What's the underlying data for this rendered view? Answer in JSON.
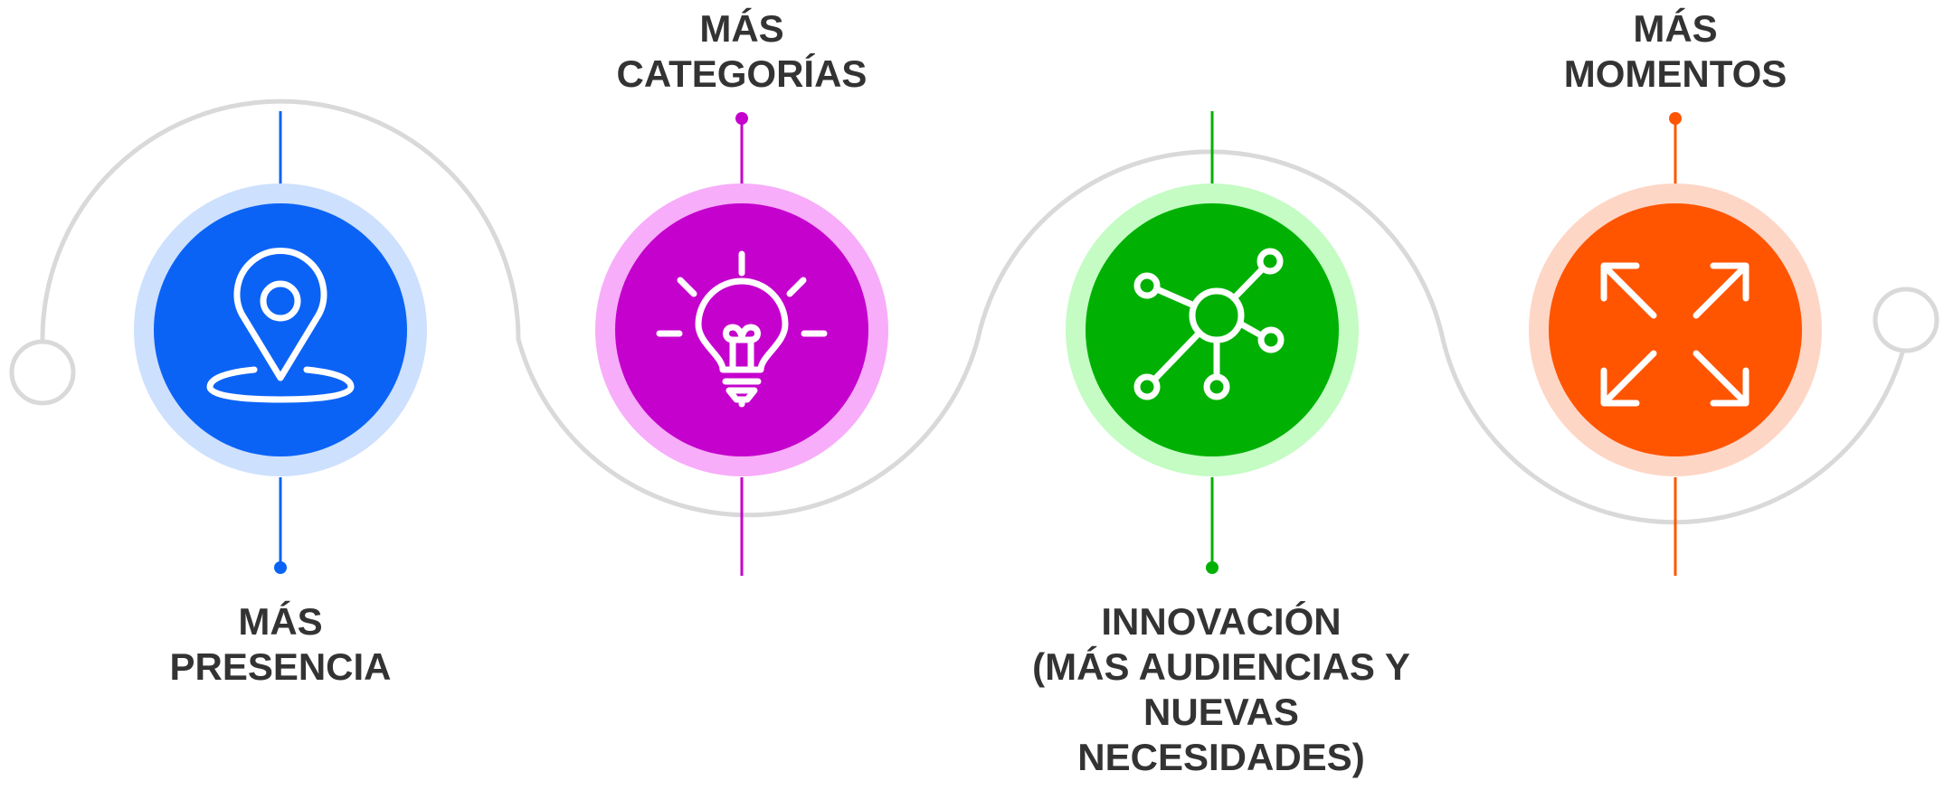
{
  "steps": [
    {
      "id": "presencia",
      "label_lines": [
        "MÁS",
        "PRESENCIA"
      ],
      "icon": "location-pin-icon",
      "color": "#0b63f6",
      "ring_color": "#cde0fd"
    },
    {
      "id": "categorias",
      "label_lines": [
        "MÁS",
        "CATEGORÍAS"
      ],
      "icon": "lightbulb-icon",
      "color": "#c502cd",
      "ring_color": "#f7adf9"
    },
    {
      "id": "innovacion",
      "label_lines": [
        "INNOVACIÓN",
        "(MÁS AUDIENCIAS Y",
        "NUEVAS",
        "NECESIDADES)"
      ],
      "icon": "network-icon",
      "color": "#00b104",
      "ring_color": "#c4fcc4"
    },
    {
      "id": "momentos",
      "label_lines": [
        "MÁS",
        "MOMENTOS"
      ],
      "icon": "expand-arrows-icon",
      "color": "#ff5500",
      "ring_color": "#fed6c6"
    }
  ],
  "colors": {
    "path": "#d9d9d9",
    "text": "#333333",
    "icon_stroke": "#ffffff"
  }
}
